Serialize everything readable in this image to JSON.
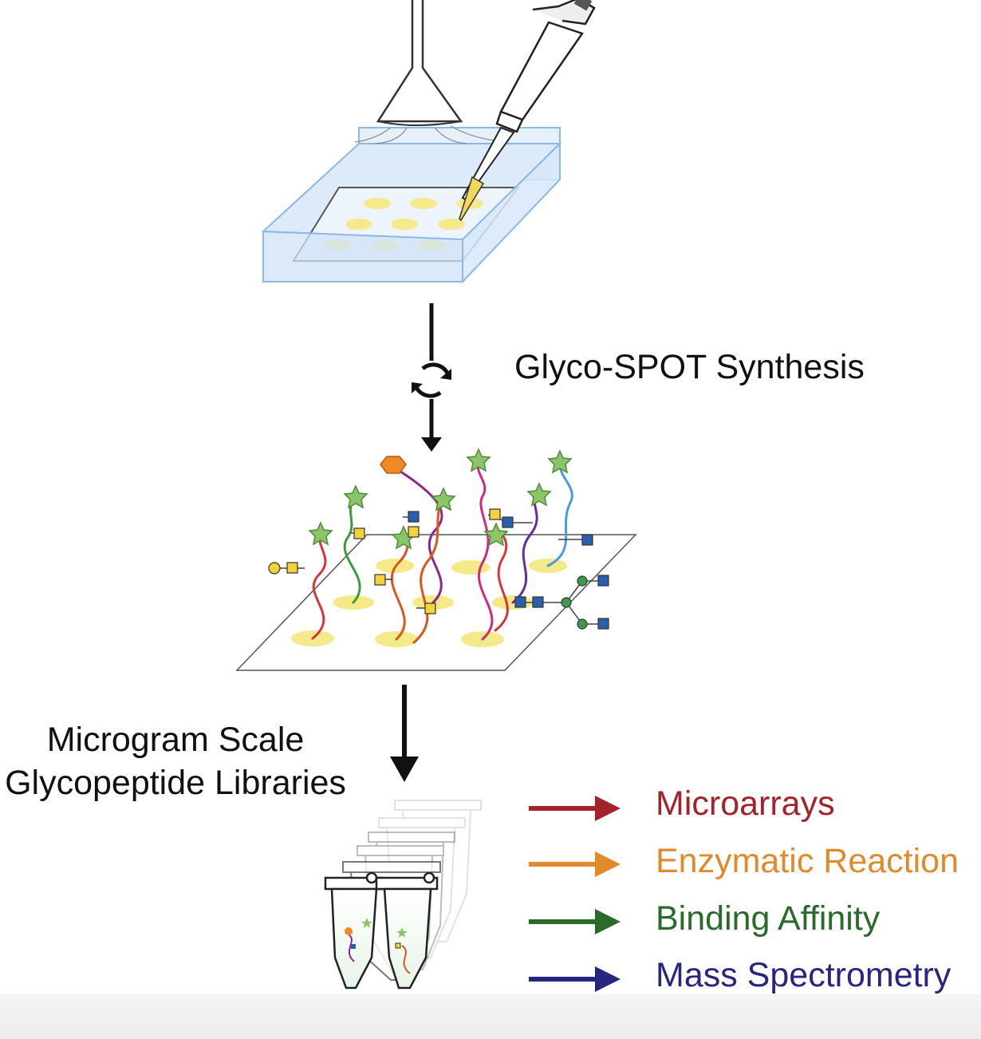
{
  "process": {
    "step_label": "Glyco-SPOT Synthesis",
    "output_label_line1": "Microgram Scale",
    "output_label_line2": "Glycopeptide Libraries"
  },
  "applications": [
    {
      "label": "Microarrays",
      "color": "#a3222c"
    },
    {
      "label": "Enzymatic Reaction",
      "color": "#e08a2c"
    },
    {
      "label": "Binding Affinity",
      "color": "#2a6a2a"
    },
    {
      "label": "Mass Spectrometry",
      "color": "#27257f"
    }
  ],
  "icons": [
    "funnel-icon",
    "pipette-icon",
    "reaction-tray-icon",
    "cycle-icon",
    "glycopeptide-array-icon",
    "microtube-icon"
  ],
  "colors": {
    "spot": "#f4ea8a",
    "tray": "#cfe2f7",
    "star": "#8cc46a",
    "square_yellow": "#f3d23a",
    "square_blue": "#2b5fae",
    "circle_green": "#3e9a4a"
  }
}
